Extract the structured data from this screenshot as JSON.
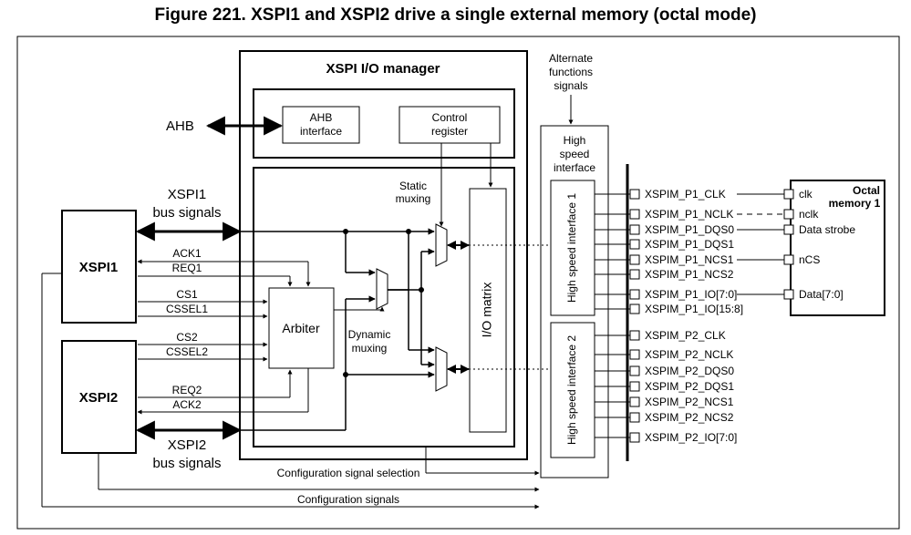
{
  "figure_title": "Figure 221. XSPI1 and XSPI2 drive a single external memory (octal mode)",
  "manager": {
    "title": "XSPI I/O manager",
    "ahb_interface": [
      "AHB",
      "interface"
    ],
    "control_register": [
      "Control",
      "register"
    ],
    "arbiter": "Arbiter",
    "io_matrix": "I/O  matrix",
    "static_muxing": [
      "Static",
      "muxing"
    ],
    "dynamic_muxing": [
      "Dynamic",
      "muxing"
    ]
  },
  "ahb_label": "AHB",
  "xspi1": {
    "name": "XSPI1",
    "bus_label": [
      "XSPI1",
      "bus signals"
    ],
    "signals": [
      "ACK1",
      "REQ1",
      "CS1",
      "CSSEL1"
    ]
  },
  "xspi2": {
    "name": "XSPI2",
    "bus_label": [
      "XSPI2",
      "bus signals"
    ],
    "signals": [
      "CS2",
      "CSSEL2",
      "REQ2",
      "ACK2"
    ]
  },
  "alternate_functions": [
    "Alternate",
    "functions",
    "signals"
  ],
  "high_speed_interface": [
    "High",
    "speed",
    "interface"
  ],
  "hsi1": "High speed interface 1",
  "hsi2": "High speed interface 2",
  "port1_pins": [
    "XSPIM_P1_CLK",
    "XSPIM_P1_NCLK",
    "XSPIM_P1_DQS0",
    "XSPIM_P1_DQS1",
    "XSPIM_P1_NCS1",
    "XSPIM_P1_NCS2",
    "XSPIM_P1_IO[7:0]",
    "XSPIM_P1_IO[15:8]"
  ],
  "port2_pins": [
    "XSPIM_P2_CLK",
    "XSPIM_P2_NCLK",
    "XSPIM_P2_DQS0",
    "XSPIM_P2_DQS1",
    "XSPIM_P2_NCS1",
    "XSPIM_P2_NCS2",
    "XSPIM_P2_IO[7:0]"
  ],
  "memory": {
    "title": [
      "Octal",
      "memory 1"
    ],
    "pins": [
      "clk",
      "nclk",
      "Data strobe",
      "nCS",
      "Data[7:0]"
    ]
  },
  "config_signal_selection": "Configuration signal selection",
  "config_signals": "Configuration signals"
}
